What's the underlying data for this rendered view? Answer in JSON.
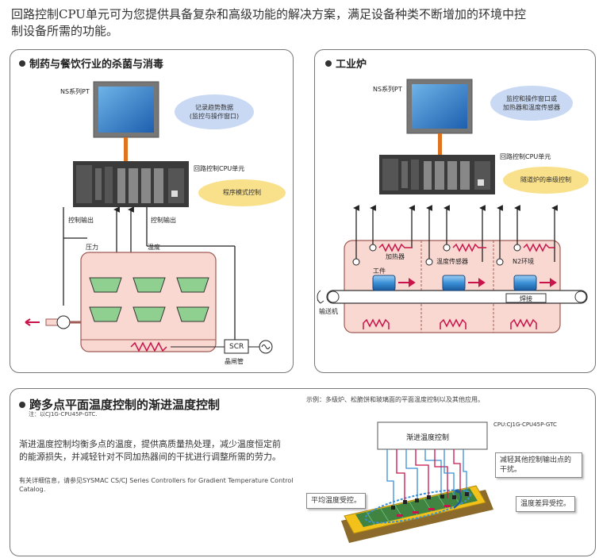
{
  "intro": {
    "line1": "回路控制CPU单元可为您提供具备复杂和高级功能的解决方案，满足设备种类不断增加的环境中控",
    "line2": "制设备所需的功能。"
  },
  "panel1": {
    "title": "制药与餐饮行业的杀菌与消毒",
    "pt_label": "NS系列PT",
    "cpu_label": "回路控制CPU单元",
    "ellipse_blue": [
      "记录趋势数据",
      "(监控与操作窗口)"
    ],
    "ellipse_yellow": "程序模式控制",
    "control_out_left": "控制输出",
    "control_out_right": "控制输出",
    "pressure": "压力",
    "temperature": "温度",
    "scr": "SCR",
    "thyristor": "晶闸管"
  },
  "panel2": {
    "title": "工业炉",
    "pt_label": "NS系列PT",
    "cpu_label": "回路控制CPU单元",
    "ellipse_blue": [
      "监控和操作窗口或",
      "加热器和温度传感器"
    ],
    "ellipse_yellow": "隧道炉的串级控制",
    "heater": "加热器",
    "temp_sensor": "温度传感器",
    "n2": "N2环境",
    "workpiece": "工件",
    "welding": "焊接",
    "conveyor": "输送机"
  },
  "panel3": {
    "title": "跨多点平面温度控制的渐进温度控制",
    "note": "注：以CJ1G-CPU45P-GTC.",
    "description": "渐进温度控制均衡多点的温度，提供高质量热处理，减少温度恒定前的能源损失，并减轻针对不同加热器间的干扰进行调整所需的劳力。",
    "more_info": "有关详细信息，请参见SYSMAC CS/CJ Series Controllers for Gradient Temperature Control Catalog.",
    "example": "示例：多级炉、松脆饼和玻璃面的平面温度控制以及其他应用。",
    "cpu_model": "CPU:CJ1G-CPU45P-GTC",
    "control_box": "渐进温度控制",
    "callout_interference": [
      "减轻其他控制输出点的",
      "干扰。"
    ],
    "callout_uniform": "平均温度受控。",
    "callout_diff": "温度差异受控。"
  },
  "colors": {
    "chamber_fill": "#f9d8d2",
    "chamber_stroke": "#9e5a54",
    "cup_fill": "#8fcf8f",
    "ellipse_blue": "#c9d9f3",
    "ellipse_yellow": "#f9e08a",
    "accent_red": "#c8144a",
    "orange_link": "#e0731f"
  }
}
